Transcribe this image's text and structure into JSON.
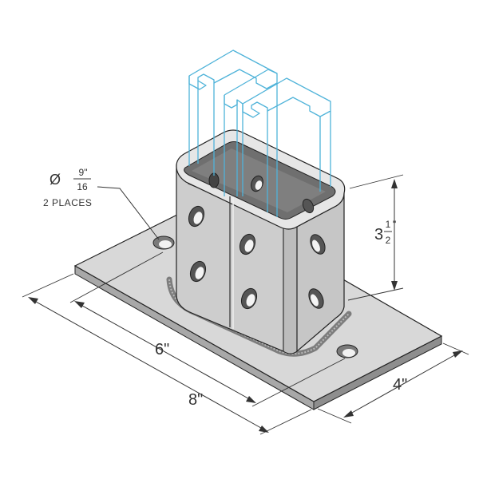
{
  "colors": {
    "plate_top": "#d9d9d9",
    "plate_edge": "#9a9a9a",
    "post_face_left": "#cfcfcf",
    "post_face_right": "#c4c4c4",
    "post_inner": "#8f8f8f",
    "outline": "#222222",
    "channel_line": "#4fb3d9",
    "dimension_line": "#333333"
  },
  "callout": {
    "diameter_symbol": "Ø",
    "numerator": "9\"",
    "denominator": "16",
    "places": "2 PLACES"
  },
  "dimensions": {
    "height_whole": "3",
    "height_num": "1",
    "height_den": "2",
    "height_unit": "\"",
    "width": "4\"",
    "length_outer": "8\"",
    "length_inner": "6\""
  }
}
